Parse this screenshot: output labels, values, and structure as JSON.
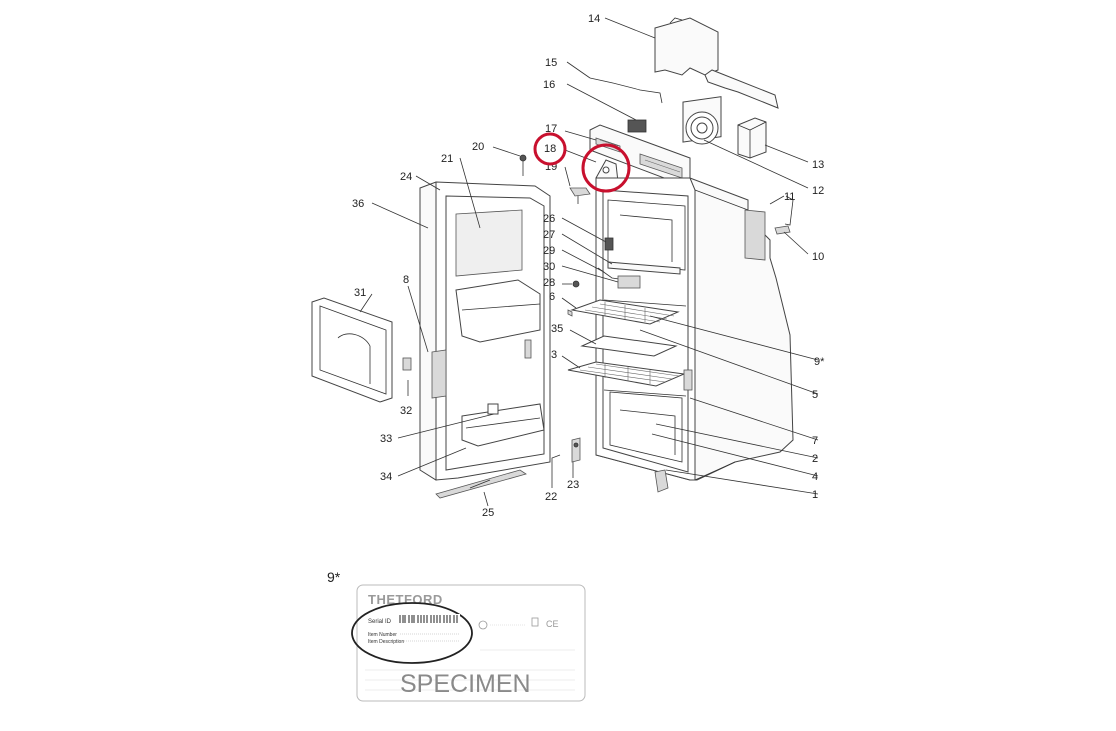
{
  "diagram": {
    "callouts": [
      "14",
      "15",
      "16",
      "17",
      "18",
      "19",
      "20",
      "21",
      "24",
      "36",
      "11",
      "13",
      "12",
      "10",
      "26",
      "27",
      "29",
      "30",
      "28",
      "6",
      "35",
      "3",
      "31",
      "8",
      "32",
      "33",
      "34",
      "9*",
      "5",
      "7",
      "2",
      "4",
      "1",
      "22",
      "23",
      "25"
    ]
  },
  "label_card": {
    "marker": "9*",
    "brand": "THETFORD",
    "serial_label": "Serial ID",
    "item_number_label": "Item Number",
    "item_description_label": "Item Description",
    "watermark": "SPECIMEN",
    "compliance_mark": "CE"
  },
  "colors": {
    "highlight": "#c8102e",
    "line": "#333333"
  }
}
